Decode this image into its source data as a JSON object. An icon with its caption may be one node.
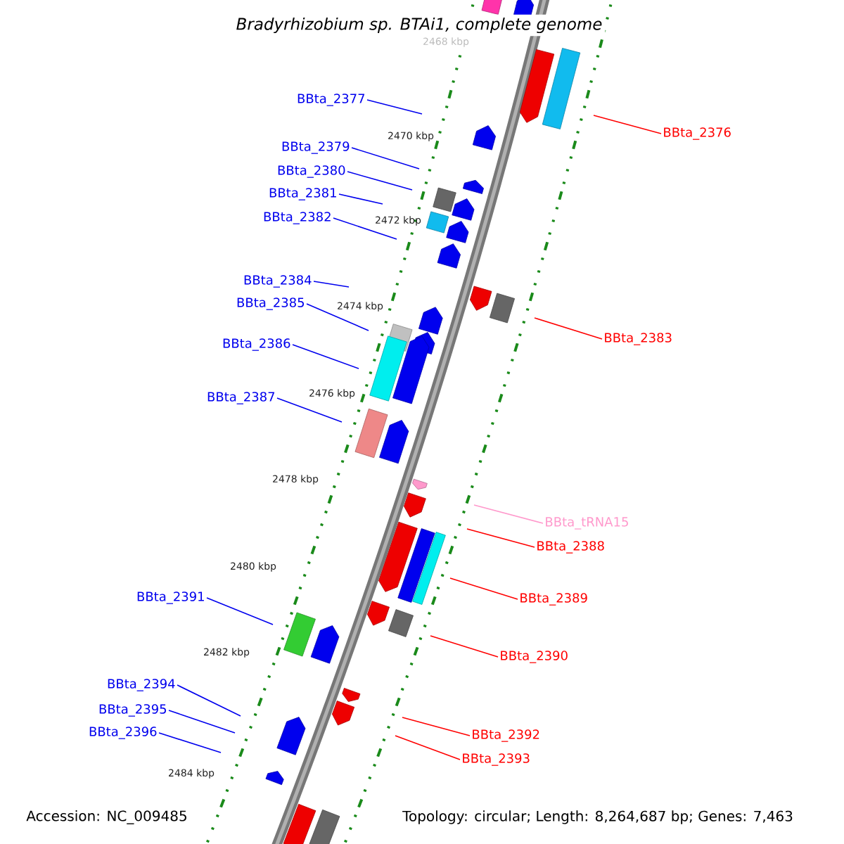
{
  "diagram": {
    "title": "Bradyrhizobium sp. BTAi1, complete genome",
    "nodes": [
      {
        "text": [
          "BBta_2377"
        ]
      },
      {
        "text": [
          "BBta_2379"
        ]
      },
      {
        "text": [
          "BBta_2380"
        ]
      },
      {
        "text": [
          "BBta_2381"
        ]
      },
      {
        "text": [
          "BBta_2382"
        ]
      },
      {
        "text": [
          "BBta_2384"
        ]
      },
      {
        "text": [
          "BBta_2385"
        ]
      },
      {
        "text": [
          "BBta_2386"
        ]
      },
      {
        "text": [
          "BBta_2387"
        ]
      },
      {
        "text": [
          "BBta_2391"
        ]
      },
      {
        "text": [
          "BBta_2394"
        ]
      },
      {
        "text": [
          "BBta_2395"
        ]
      },
      {
        "text": [
          "BBta_2396"
        ]
      },
      {
        "text": [
          "BBta_2376"
        ]
      },
      {
        "text": [
          "BBta_2383"
        ]
      },
      {
        "text": [
          "BBta_tRNA15"
        ]
      },
      {
        "text": [
          "BBta_2388"
        ]
      },
      {
        "text": [
          "BBta_2389"
        ]
      },
      {
        "text": [
          "BBta_2390"
        ]
      },
      {
        "text": [
          "BBta_2392"
        ]
      },
      {
        "text": [
          "BBta_2393"
        ]
      }
    ],
    "edges": [
      {
        "from": 0,
        "to": null,
        "arrow": "none"
      },
      {
        "from": 1,
        "to": null,
        "arrow": "none"
      },
      {
        "from": 2,
        "to": null,
        "arrow": "none"
      },
      {
        "from": 3,
        "to": null,
        "arrow": "none"
      },
      {
        "from": 4,
        "to": null,
        "arrow": "none"
      },
      {
        "from": 5,
        "to": null,
        "arrow": "none"
      },
      {
        "from": 6,
        "to": null,
        "arrow": "none"
      },
      {
        "from": 7,
        "to": null,
        "arrow": "none"
      },
      {
        "from": 8,
        "to": null,
        "arrow": "none"
      },
      {
        "from": 9,
        "to": null,
        "arrow": "none"
      },
      {
        "from": 10,
        "to": null,
        "arrow": "none"
      },
      {
        "from": 11,
        "to": null,
        "arrow": "none"
      },
      {
        "from": 12,
        "to": null,
        "arrow": "none"
      },
      {
        "from": 13,
        "to": null,
        "arrow": "none",
        "color": "#ff0000"
      },
      {
        "from": 14,
        "to": null,
        "arrow": "none",
        "color": "#ff0000"
      },
      {
        "from": 15,
        "to": null,
        "arrow": "none",
        "color": "#ff99cc"
      },
      {
        "from": 16,
        "to": null,
        "arrow": "none",
        "color": "#ff0000"
      },
      {
        "from": 17,
        "to": null,
        "arrow": "none",
        "color": "#ff0000"
      },
      {
        "from": 18,
        "to": null,
        "arrow": "none",
        "color": "#ff0000"
      },
      {
        "from": 19,
        "to": null,
        "arrow": "none",
        "color": "#ff0000"
      },
      {
        "from": 20,
        "to": null,
        "arrow": "none",
        "color": "#ff0000"
      }
    ],
    "labels": [
      "2468 kbp",
      "2470 kbp",
      "2472 kbp",
      "2474 kbp",
      "2476 kbp",
      "2478 kbp",
      "2480 kbp",
      "2482 kbp",
      "2484 kbp",
      "Accession: NC_009485",
      "Topology: circular; Length: 8,264,687 bp; Genes: 7,463"
    ]
  }
}
